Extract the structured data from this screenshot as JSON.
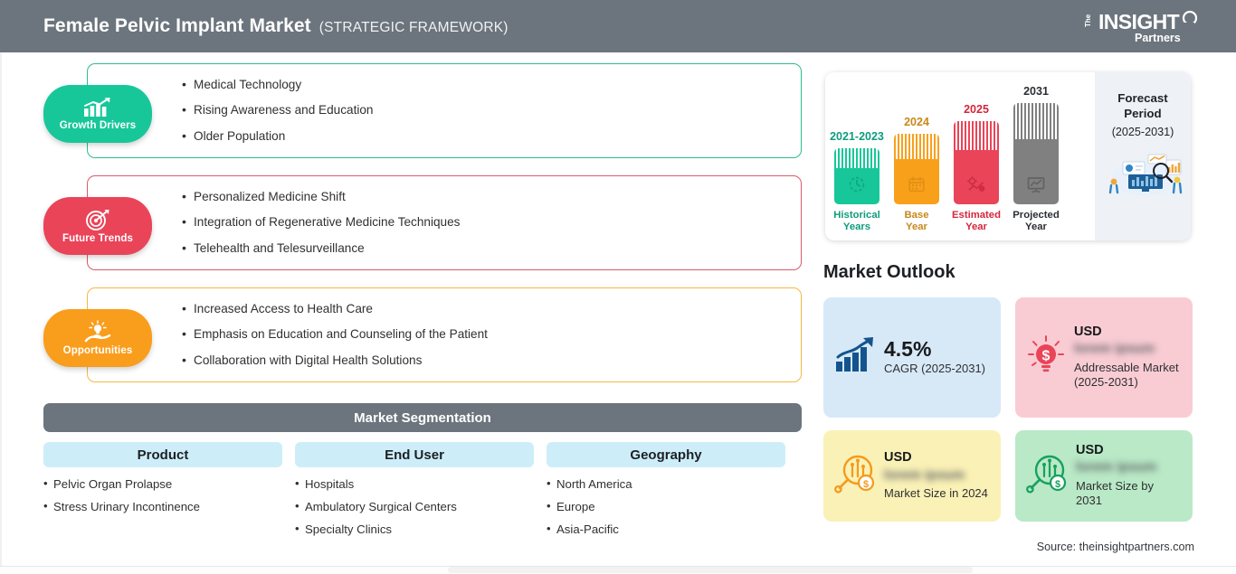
{
  "header": {
    "title": "Female Pelvic Implant Market",
    "subtitle": "(STRATEGIC FRAMEWORK)",
    "logo_the": "The",
    "logo_insight": "INSIGHT",
    "logo_partners": "Partners",
    "bg_color": "#6c757d"
  },
  "factors": [
    {
      "key": "growth-drivers",
      "label": "Growth Drivers",
      "color": "#17c79a",
      "icon": "bar-chart-growth-icon",
      "items": [
        "Medical Technology",
        "Rising Awareness and Education",
        "Older Population"
      ]
    },
    {
      "key": "future-trends",
      "label": "Future Trends",
      "color": "#ea4458",
      "icon": "target-dartboard-icon",
      "items": [
        "Personalized Medicine Shift",
        "Integration of Regenerative Medicine Techniques",
        "Telehealth and Telesurveillance"
      ]
    },
    {
      "key": "opportunities",
      "label": "Opportunities",
      "color": "#f99d1c",
      "icon": "lightbulb-in-hand-icon",
      "items": [
        "Increased Access to Health Care",
        "Emphasis on Education and Counseling of the Patient",
        "Collaboration with Digital Health Solutions"
      ]
    }
  ],
  "segmentation": {
    "title": "Market Segmentation",
    "header_color": "#6c757d",
    "column_header_color": "#cdeef9",
    "columns": [
      {
        "title": "Product",
        "items": [
          "Pelvic Organ Prolapse",
          "Stress Urinary Incontinence"
        ]
      },
      {
        "title": "End User",
        "items": [
          "Hospitals",
          "Ambulatory Surgical Centers",
          "Specialty Clinics"
        ]
      },
      {
        "title": "Geography",
        "items": [
          "North America",
          "Europe",
          "Asia-Pacific"
        ]
      }
    ]
  },
  "timeline": {
    "bars": [
      {
        "year": "2021-2023",
        "caption_line1": "Historical",
        "caption_line2": "Years",
        "color": "#17c79a",
        "icon": "clock-history-icon"
      },
      {
        "year": "2024",
        "caption_line1": "Base",
        "caption_line2": "Year",
        "color": "#f9a01b",
        "icon": "calendar-icon"
      },
      {
        "year": "2025",
        "caption_line1": "Estimated",
        "caption_line2": "Year",
        "color": "#ea4458",
        "icon": "gear-chart-icon"
      },
      {
        "year": "2031",
        "caption_line1": "Projected",
        "caption_line2": "Year",
        "color": "#808080",
        "icon": "presentation-chart-icon"
      }
    ],
    "forecast_title_line1": "Forecast",
    "forecast_title_line2": "Period",
    "forecast_range": "(2025-2031)",
    "forecast_bg": "#eef1f5",
    "forecast_illustration": "analytics-dashboard-illustration"
  },
  "outlook": {
    "title": "Market Outlook",
    "cards": [
      {
        "key": "cagr",
        "big_value": "4.5%",
        "sub": "CAGR (2025-2031)",
        "bg": "#d7e9f7",
        "icon": "bar-chart-arrow-up-icon"
      },
      {
        "key": "addressable-market",
        "usd": "USD",
        "blurred_value": "lorem ipsum",
        "sub": "Addressable Market (2025-2031)",
        "bg": "#f9ccd4",
        "icon": "lightbulb-dollar-icon"
      },
      {
        "key": "market-size-2024",
        "usd": "USD",
        "blurred_value": "lorem ipsum",
        "sub": "Market Size in 2024",
        "bg": "#faf1b6",
        "icon": "magnifier-bar-chart-dollar-icon"
      },
      {
        "key": "market-size-2031",
        "usd": "USD",
        "blurred_value": "lorem ipsum",
        "sub": "Market Size by 2031",
        "bg": "#b9e9c6",
        "icon": "magnifier-bar-chart-dollar-icon"
      }
    ]
  },
  "source": "Source: theinsightpartners.com"
}
